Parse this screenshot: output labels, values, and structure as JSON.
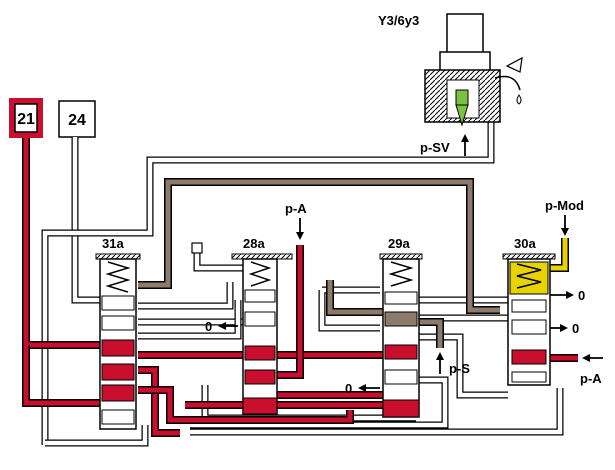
{
  "boxes": {
    "box_21": "21",
    "box_24": "24"
  },
  "solenoid": {
    "name": "Y3/6y3",
    "supply_label": "p-SV"
  },
  "valves": [
    {
      "id": "31a",
      "label": "31a"
    },
    {
      "id": "28a",
      "label": "28a"
    },
    {
      "id": "29a",
      "label": "29a"
    },
    {
      "id": "30a",
      "label": "30a"
    }
  ],
  "pressures": {
    "p_a_top": "p-A",
    "p_mod": "p-Mod",
    "p_s": "p-S",
    "p_a_right": "p-A",
    "exhaust": "0"
  },
  "colors": {
    "main_pressure": "#c8102e",
    "shift_pressure": "#8c7b6b",
    "modulating_pressure": "#e8d200",
    "solenoid_valve": "#7cc242",
    "line": "#000000",
    "background": "#ffffff"
  }
}
